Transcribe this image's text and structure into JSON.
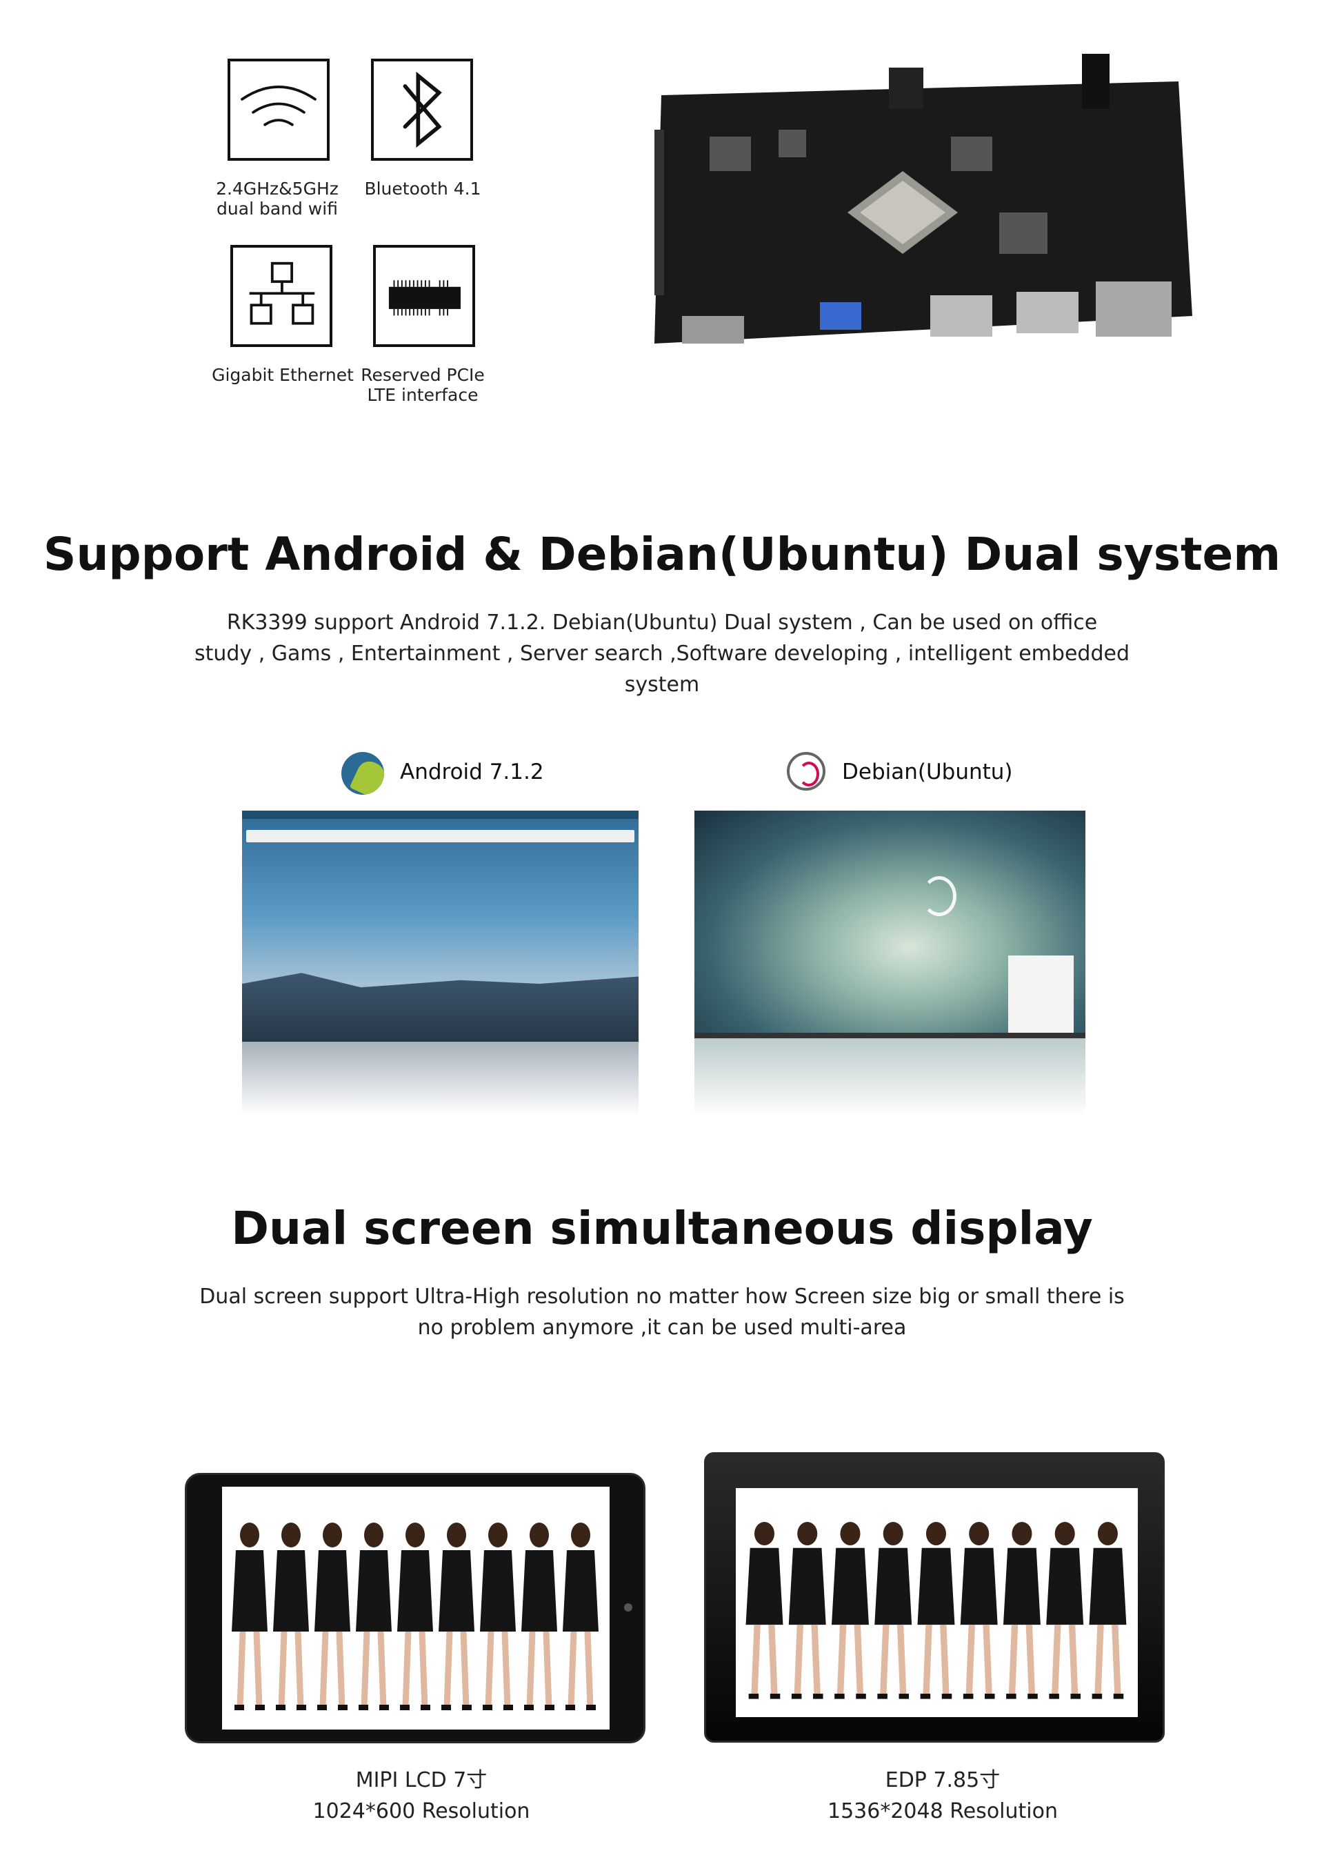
{
  "features": [
    {
      "icon": "wifi-icon",
      "label_line1": "2.4GHz&5GHz",
      "label_line2": "dual band wifi"
    },
    {
      "icon": "bluetooth-icon",
      "label_line1": "Bluetooth 4.1",
      "label_line2": ""
    },
    {
      "icon": "network-icon",
      "label_line1": "Gigabit Ethernet",
      "label_line2": ""
    },
    {
      "icon": "pcie-chip-icon",
      "label_line1": "Reserved PCIe",
      "label_line2": "LTE interface"
    }
  ],
  "dual_system": {
    "title": "Support Android & Debian(Ubuntu) Dual system",
    "lines": [
      "RK3399 support Android 7.1.2.  Debian(Ubuntu) Dual system , Can be used on office",
      "study , Gams , Entertainment , Server search ,Software developing , intelligent embedded",
      "system"
    ],
    "android_label": "Android 7.1.2",
    "debian_label": "Debian(Ubuntu)"
  },
  "dual_screen": {
    "title": "Dual screen simultaneous display",
    "lines": [
      "Dual screen support Ultra-High resolution no matter how Screen size big or small there is",
      "no problem anymore ,it can be used multi-area"
    ],
    "left_caption_line1": "MIPI LCD 7寸",
    "left_caption_line2": "1024*600 Resolution",
    "right_caption_line1": "EDP 7.85寸",
    "right_caption_line2": "1536*2048 Resolution"
  },
  "colors": {
    "android_blue": "#2a6a94",
    "android_green": "#a4c639",
    "debian_red": "#d70751",
    "board_black": "#1a1a1a"
  }
}
